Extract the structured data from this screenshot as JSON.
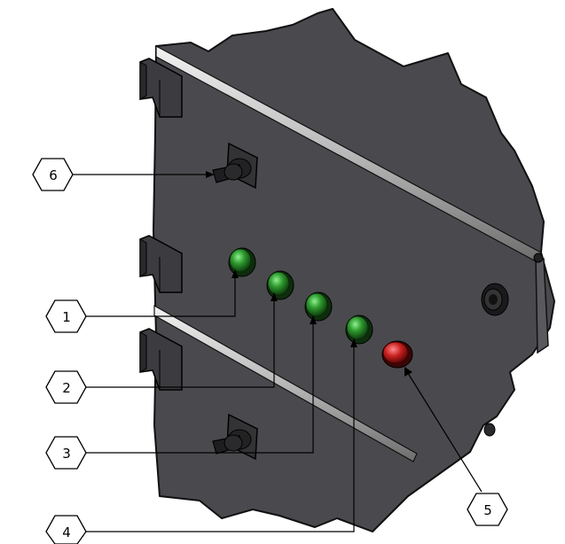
{
  "callouts": [
    {
      "label": "1",
      "part": "green-indicator-light"
    },
    {
      "label": "2",
      "part": "green-indicator-light"
    },
    {
      "label": "3",
      "part": "green-indicator-light"
    },
    {
      "label": "4",
      "part": "green-indicator-light"
    },
    {
      "label": "5",
      "part": "red-indicator-light"
    },
    {
      "label": "6",
      "part": "selector-switch"
    }
  ],
  "colors": {
    "panel": "#4a4a4e",
    "panel_edge": "#111111",
    "rail": "#c9c9c9",
    "green_light": "#2f9a2f",
    "red_light": "#c82020",
    "hinge": "#3c3c40",
    "background": "#ffffff"
  }
}
